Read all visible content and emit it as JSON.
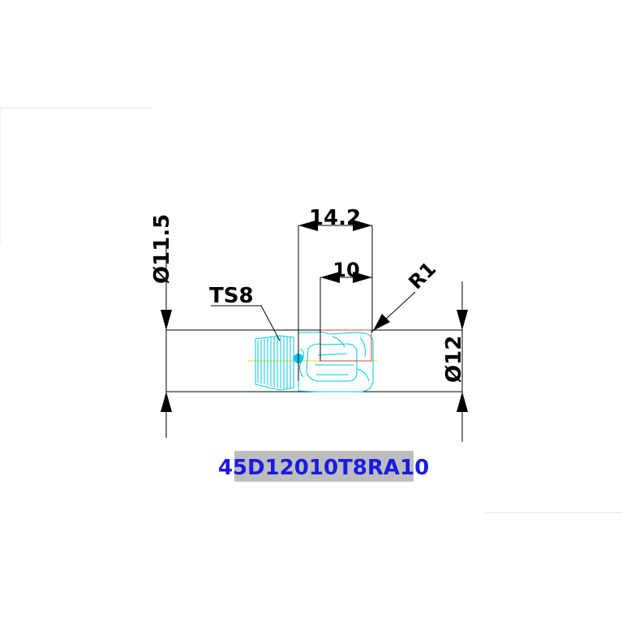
{
  "drawing": {
    "dimensions": {
      "overall_length": "14.2",
      "slot_length": "10",
      "radius": "R1",
      "thread": "TS8",
      "left_diameter": "Ø11.5",
      "right_diameter": "Ø12"
    },
    "part_code": "45D12010T8RA10"
  },
  "colors": {
    "line": "#000000",
    "part_outline": "#00c8e6",
    "highlight_box": "#d04040",
    "axis": "#e8e000",
    "code_text": "#1a1ae6",
    "code_bg": "#bdbdbd"
  }
}
